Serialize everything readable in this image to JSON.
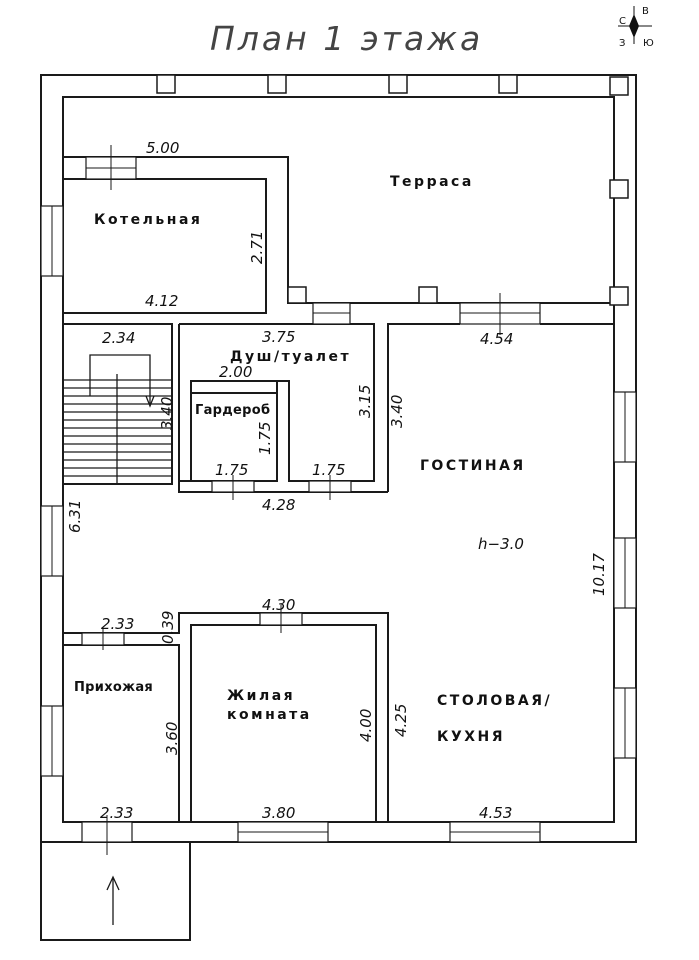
{
  "title": "План  1  этажа",
  "compass": {
    "north": "С",
    "east": "В",
    "south": "Ю",
    "west": "З"
  },
  "rooms": {
    "terrace": "Терраса",
    "boiler": "Котельная",
    "shower_wc": "Душ/туалет",
    "wardrobe": "Гардероб",
    "living": "ГОСТИНАЯ",
    "hall": "Прихожая",
    "bedroom_line1": "Жилая",
    "bedroom_line2": "комната",
    "dining_line1": "СТОЛОВАЯ/",
    "dining_line2": "КУХНЯ"
  },
  "ceiling_height": "h−3.0",
  "dimensions": {
    "terrace_width": "5.00",
    "boiler_height": "2.71",
    "boiler_width": "4.12",
    "stairs_width": "2.34",
    "stairs_height": "3.40",
    "shower_width": "3.75",
    "shower_height": "3.15",
    "wardrobe_top": "2.00",
    "wardrobe_height": "1.75",
    "wardrobe_bottom": "1.75",
    "shower_bottom": "1.75",
    "corridor_width": "4.28",
    "living_top": "4.54",
    "living_left": "3.40",
    "corridor_height": "6.31",
    "outer_right": "10.17",
    "hall_top": "2.33",
    "hall_height": "3.60",
    "hall_bottom": "2.33",
    "gap": "0.39",
    "bedroom_top": "4.30",
    "bedroom_height": "4.00",
    "bedroom_bottom": "3.80",
    "dining_height": "4.25",
    "dining_bottom": "4.53"
  }
}
